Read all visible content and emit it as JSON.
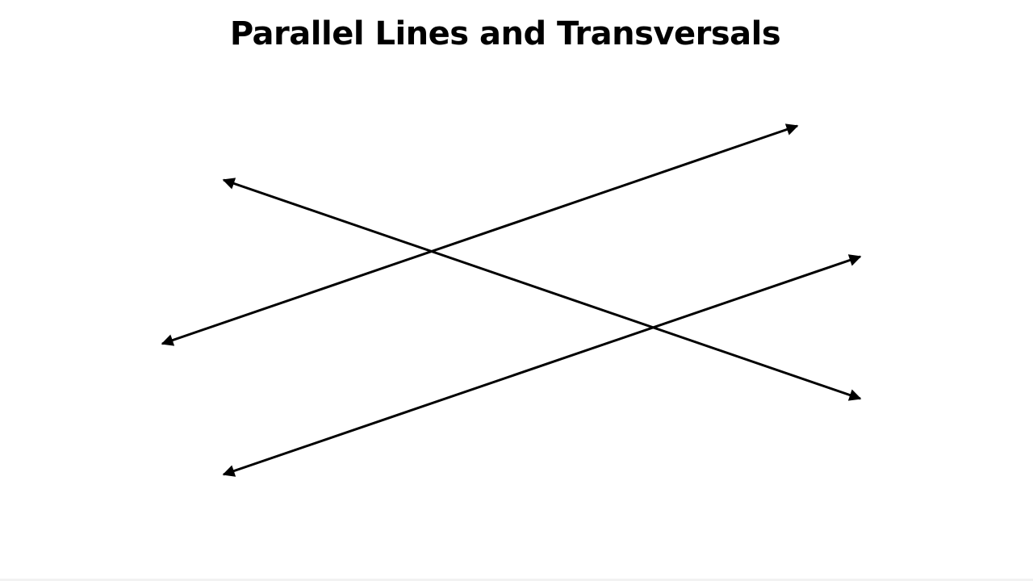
{
  "slide": {
    "title": "Parallel Lines and Transversals"
  },
  "diagram": {
    "line_color": "#000000",
    "background_color": "#ffffff",
    "lines": [
      {
        "name": "parallel-line-upper",
        "kind": "parallel",
        "arrowheads": "both"
      },
      {
        "name": "parallel-line-lower",
        "kind": "parallel",
        "arrowheads": "both"
      },
      {
        "name": "transversal-line",
        "kind": "transversal",
        "arrowheads": "both"
      }
    ]
  }
}
